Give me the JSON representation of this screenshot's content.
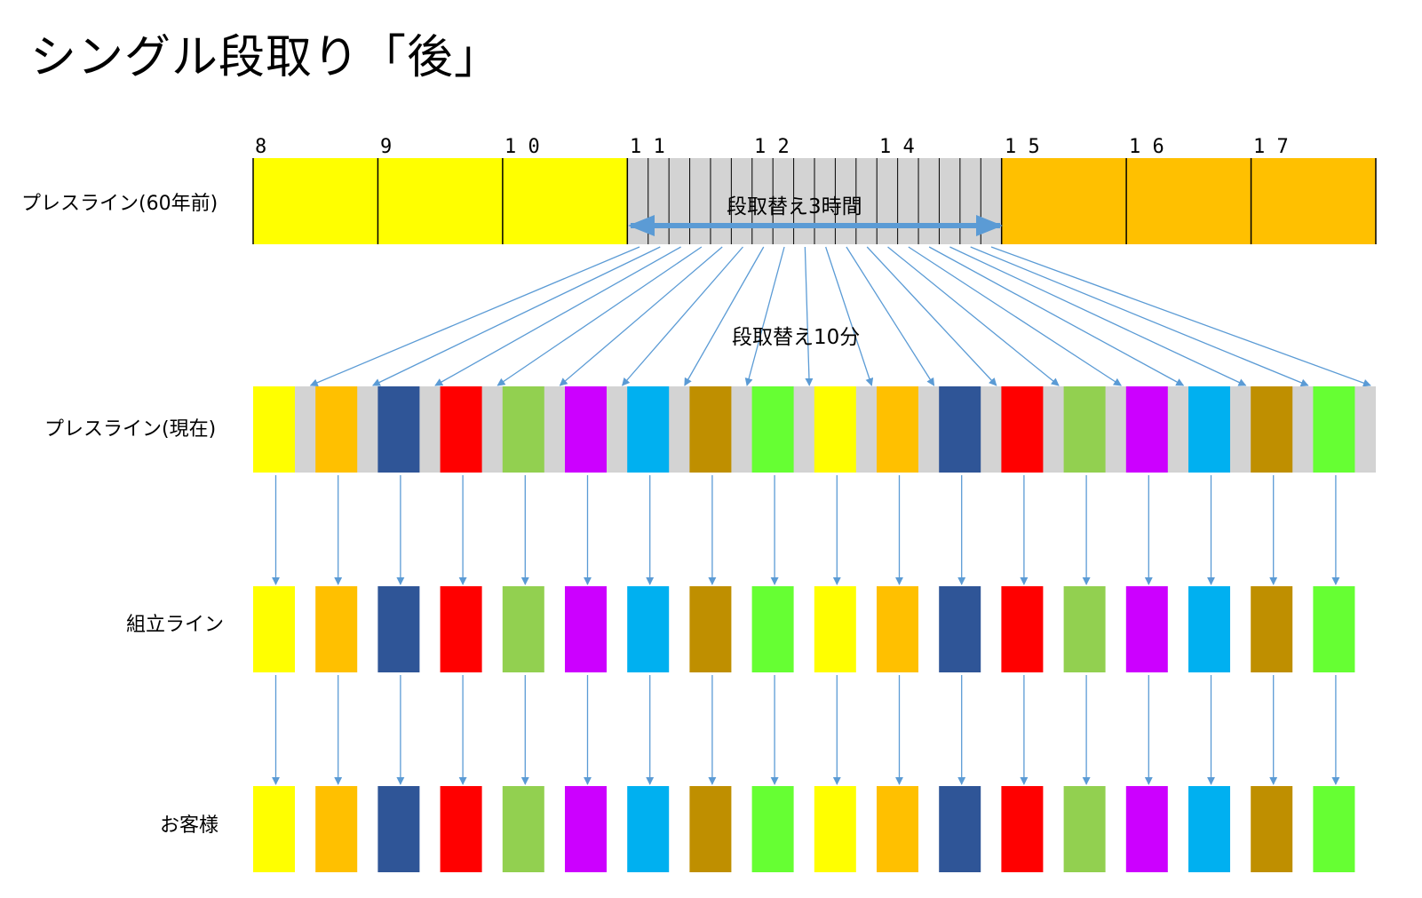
{
  "title": "シングル段取り「後」",
  "rows": {
    "old_line": "プレスライン(60年前)",
    "current_line": "プレスライン(現在)",
    "assembly_line": "組立ライン",
    "customer": "お客様"
  },
  "timeline": {
    "hour_labels": [
      "8",
      "9",
      "1 0",
      "1 1",
      "1 2",
      "1 4",
      "1 5",
      "1 6",
      "1 7"
    ],
    "segments": [
      {
        "label": "before",
        "color": "#FFFF00",
        "hours": 3
      },
      {
        "label": "changeover",
        "color": "#D3D3D3",
        "hours": 3,
        "divisions": 18
      },
      {
        "label": "after",
        "color": "#FFC000",
        "hours": 3
      }
    ]
  },
  "labels": {
    "changeover_old": "段取替え3時間",
    "changeover_new": "段取替え10分"
  },
  "colors": {
    "arrow": "#5B9BD5",
    "gap": "#D3D3D3",
    "products": [
      "#FFFF00",
      "#FFC000",
      "#2F5597",
      "#FF0000",
      "#92D050",
      "#CC00FF",
      "#00B0F0",
      "#BF8F00",
      "#66FF33",
      "#FFFF00",
      "#FFC000",
      "#2F5597",
      "#FF0000",
      "#92D050",
      "#CC00FF",
      "#00B0F0",
      "#BF8F00",
      "#66FF33"
    ]
  }
}
